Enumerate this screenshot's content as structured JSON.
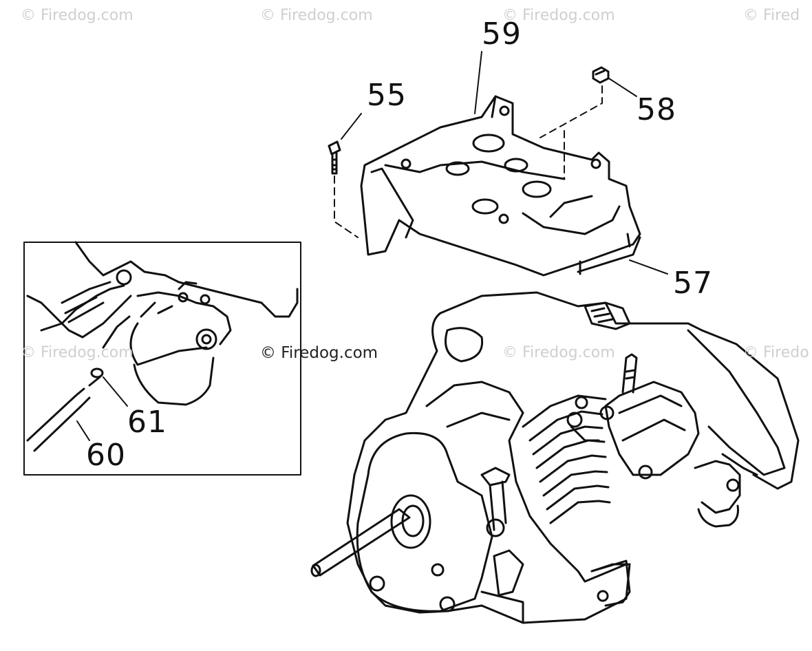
{
  "watermarks": {
    "top_left": "© Firedog.com",
    "top_center": "© Firedog.com",
    "top_right_center": "© Firedog.com",
    "top_right": "© Fired",
    "mid_left": "© Firedog.com",
    "mid_center_engine": "© Firedog.com",
    "mid_right": "© Firedo",
    "center_label": "© Firedog.com"
  },
  "callouts": {
    "p55": "55",
    "p57": "57",
    "p58": "58",
    "p59": "59",
    "p60": "60",
    "p61": "61"
  },
  "colors": {
    "line": "#111111",
    "watermark": "#cfcfcf",
    "background": "#ffffff"
  }
}
